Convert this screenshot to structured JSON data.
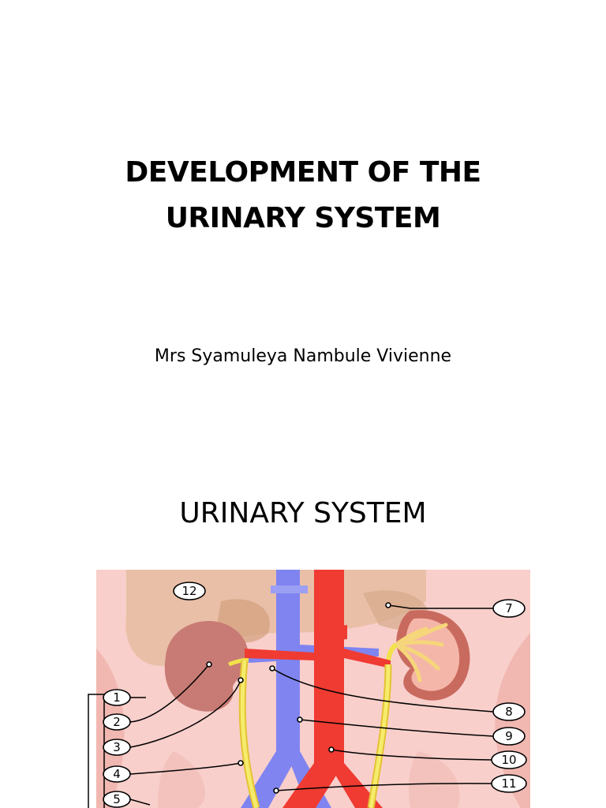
{
  "slide1": {
    "title_line1": "DEVELOPMENT OF THE",
    "title_line2": "URINARY SYSTEM",
    "author": "Mrs Syamuleya Nambule Vivienne"
  },
  "slide2": {
    "title": "URINARY SYSTEM"
  },
  "diagram": {
    "labels": [
      "1",
      "2",
      "3",
      "4",
      "5",
      "7",
      "8",
      "9",
      "10",
      "11",
      "12"
    ],
    "colors": {
      "background": "#f8cfcb",
      "organ_shadow": "#d8b08c",
      "kidney": "#c87b74",
      "kidney_inner": "#f4b6a8",
      "vena_cava": "#7f84f0",
      "aorta": "#ef3b32",
      "ureter": "#f2e24a",
      "pelvis": "#f6d67a"
    }
  }
}
